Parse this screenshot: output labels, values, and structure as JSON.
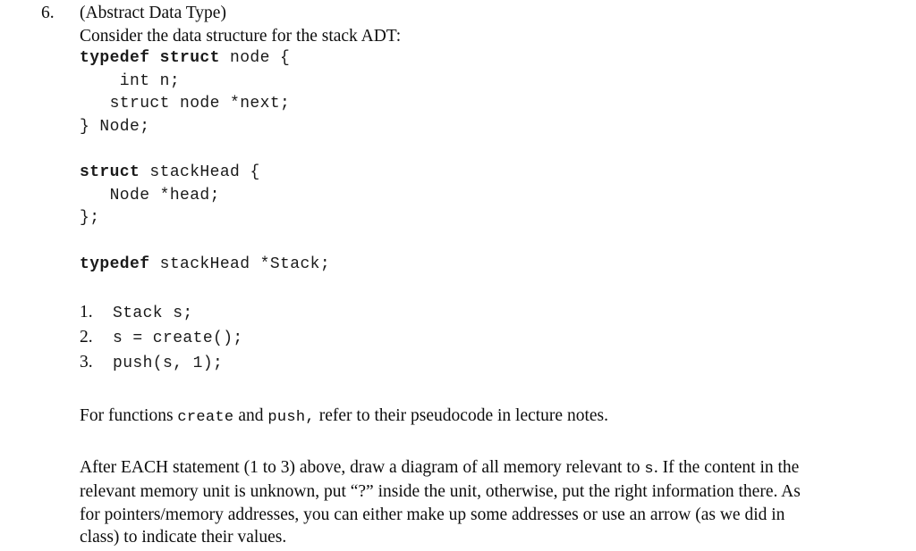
{
  "question": {
    "number": "6.",
    "title": "(Abstract Data Type)",
    "intro": "Consider the data structure for the stack ADT:"
  },
  "code_struct_node": {
    "line1_bold": "typedef struct",
    "line1_rest": " node {",
    "line2": "    int n;",
    "line3": "   struct node *next;",
    "line4": "} Node;"
  },
  "code_struct_stackhead": {
    "line1_bold": "struct",
    "line1_rest": " stackHead {",
    "line2": "   Node *head;",
    "line3": "};"
  },
  "code_typedef_stack": {
    "line1_bold": "typedef",
    "line1_rest": " stackHead *Stack;"
  },
  "statements": [
    {
      "number": "1.",
      "code": "Stack s;"
    },
    {
      "number": "2.",
      "code": "s = create();"
    },
    {
      "number": "3.",
      "code": "push(s, 1);"
    }
  ],
  "note_line": {
    "part1": "For functions ",
    "code1": "create",
    "part2": " and ",
    "code2": "push,",
    "part3": "  refer to their pseudocode in lecture notes."
  },
  "final_paragraph": {
    "part1": "After EACH statement (1 to 3) above, draw a diagram of all memory relevant to ",
    "code1": "s",
    "part2": ". If the content in the relevant memory unit is unknown, put “?” inside the unit, otherwise, put the right information there. As for pointers/memory addresses, you can either make up some addresses or use an arrow (as we did in class) to indicate their values."
  },
  "colors": {
    "page_background": "#ffffff",
    "text": "#0d0d0d",
    "code_text": "#1a1a1a"
  }
}
